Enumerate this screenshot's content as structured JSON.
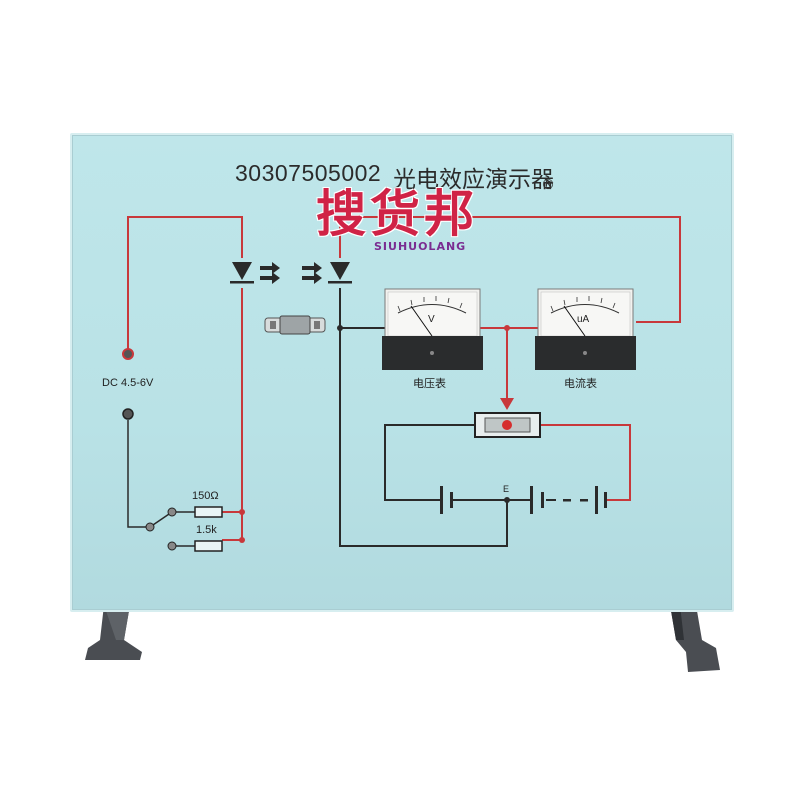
{
  "board": {
    "model_number": "30307505002",
    "title": "光电效应演示器",
    "power_label": "DC 4.5-6V",
    "resistor_1": "150Ω",
    "resistor_2": "1.5k",
    "voltmeter_label": "电压表",
    "ammeter_label": "电流表",
    "voltmeter_unit": "V",
    "ammeter_unit": "uA",
    "battery_label": "E"
  },
  "watermark": {
    "brand_cn": "搜货邦",
    "brand_en": "SIUHUOLANG",
    "registered": "®"
  },
  "colors": {
    "board": "#bce4e8",
    "wire_red": "#c8383b",
    "wire_black": "#2a2a2a",
    "logo_red": "#d02346",
    "logo_purple": "#7a2c91",
    "stand": "#4a4d52"
  }
}
